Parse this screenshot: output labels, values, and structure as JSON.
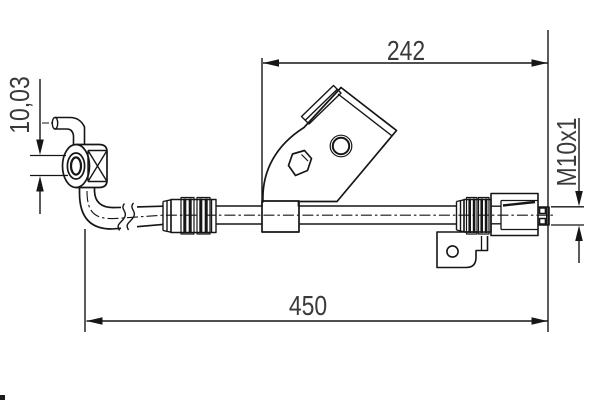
{
  "dimensions": {
    "upper_length": "242",
    "overall_length": "450",
    "banjo_bore": "10,03",
    "thread_spec": "M10x1"
  },
  "colors": {
    "line": "#161616",
    "text": "#3a3a3a",
    "background": "#ffffff"
  }
}
